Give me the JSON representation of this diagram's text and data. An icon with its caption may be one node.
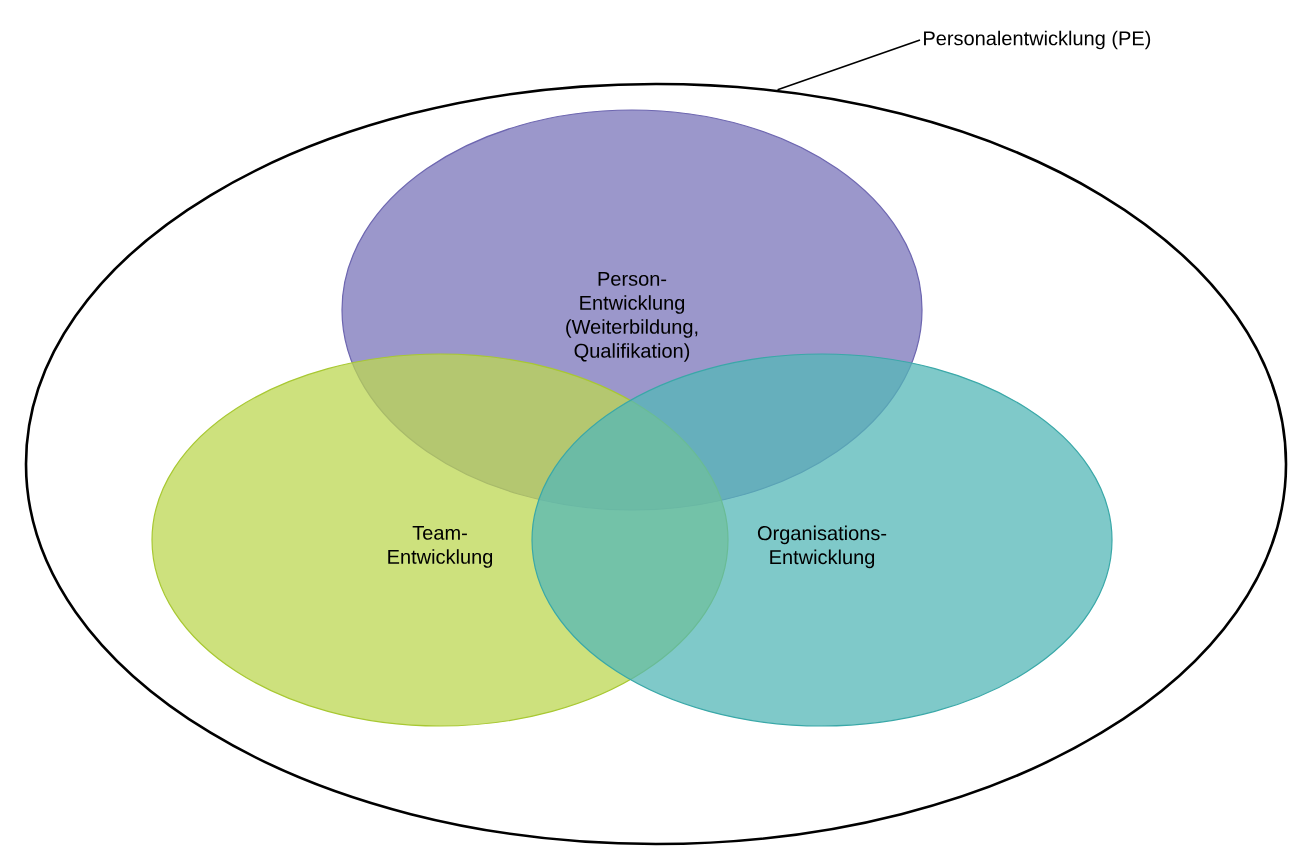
{
  "diagram": {
    "nodes": [
      {
        "text": [
          "Personalentwicklung (PE)"
        ]
      },
      {
        "text": [],
        "shape": "ellipse"
      },
      {
        "text": [
          "Person- Entwicklung (Weiterbildung, Qualifikation)"
        ],
        "in": 1
      },
      {
        "text": [
          "Team- Entwicklung"
        ],
        "in": 1
      },
      {
        "text": [
          "Organisations- Entwicklung"
        ],
        "in": 1
      }
    ],
    "edges": [
      {
        "from": 0,
        "to": 1,
        "arrow": "none"
      }
    ]
  }
}
